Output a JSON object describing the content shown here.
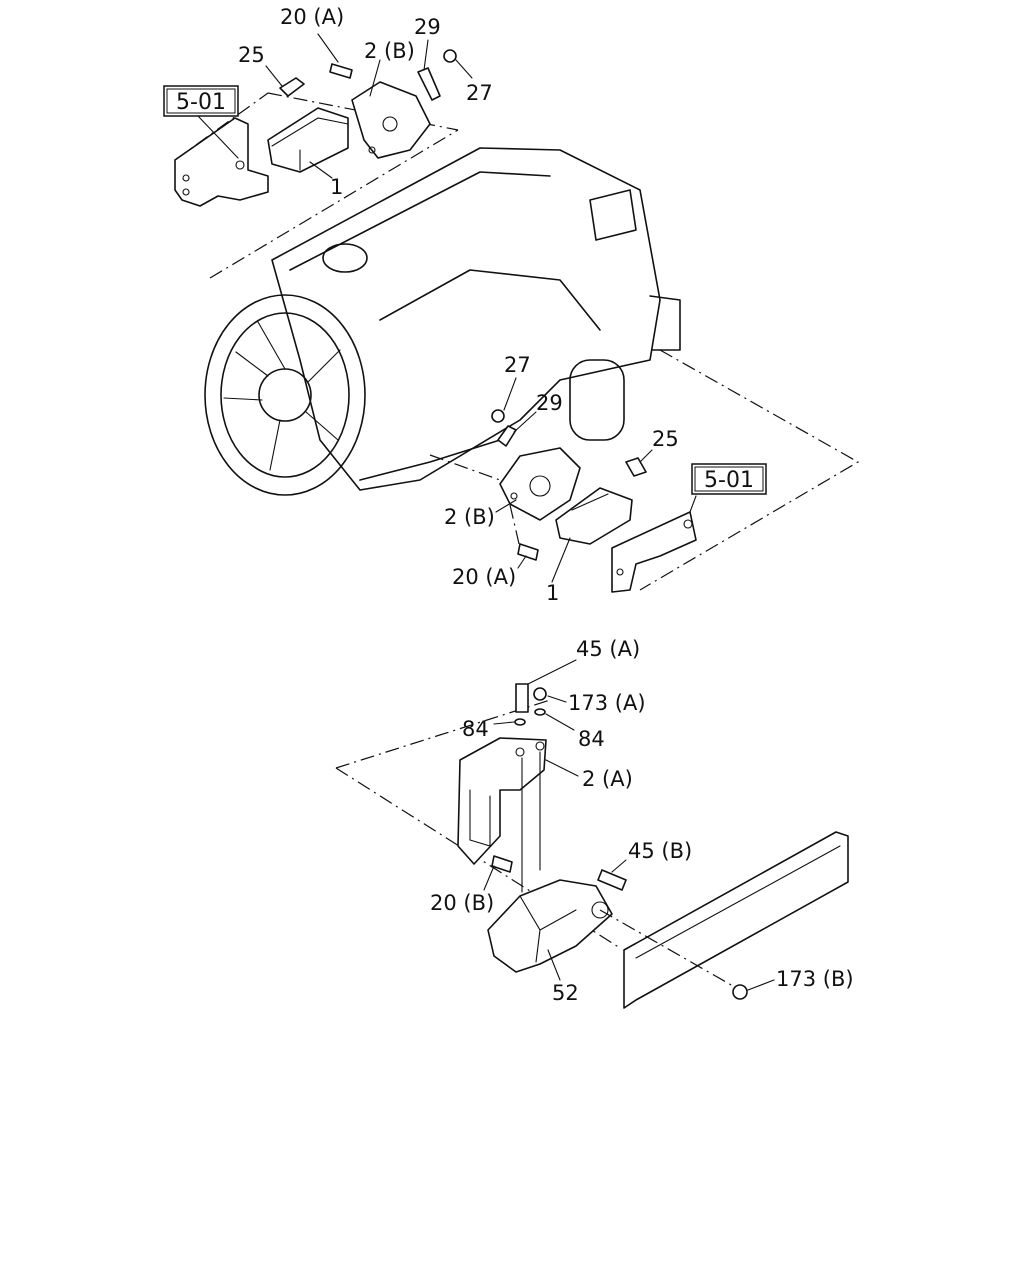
{
  "diagram": {
    "references": {
      "ref_top": "5-01",
      "ref_right": "5-01"
    },
    "callouts": {
      "c_20a_top": "20 (A)",
      "c_25_top": "25",
      "c_2b_top": "2 (B)",
      "c_29_top": "29",
      "c_27_top": "27",
      "c_1_top": "1",
      "c_27_mid": "27",
      "c_29_mid": "29",
      "c_25_mid": "25",
      "c_2b_mid": "2 (B)",
      "c_20a_mid": "20 (A)",
      "c_1_mid": "1",
      "c_45a": "45 (A)",
      "c_173a": "173 (A)",
      "c_84_left": "84",
      "c_84_right": "84",
      "c_2a": "2 (A)",
      "c_45b": "45 (B)",
      "c_20b": "20 (B)",
      "c_52": "52",
      "c_173b": "173 (B)"
    }
  }
}
